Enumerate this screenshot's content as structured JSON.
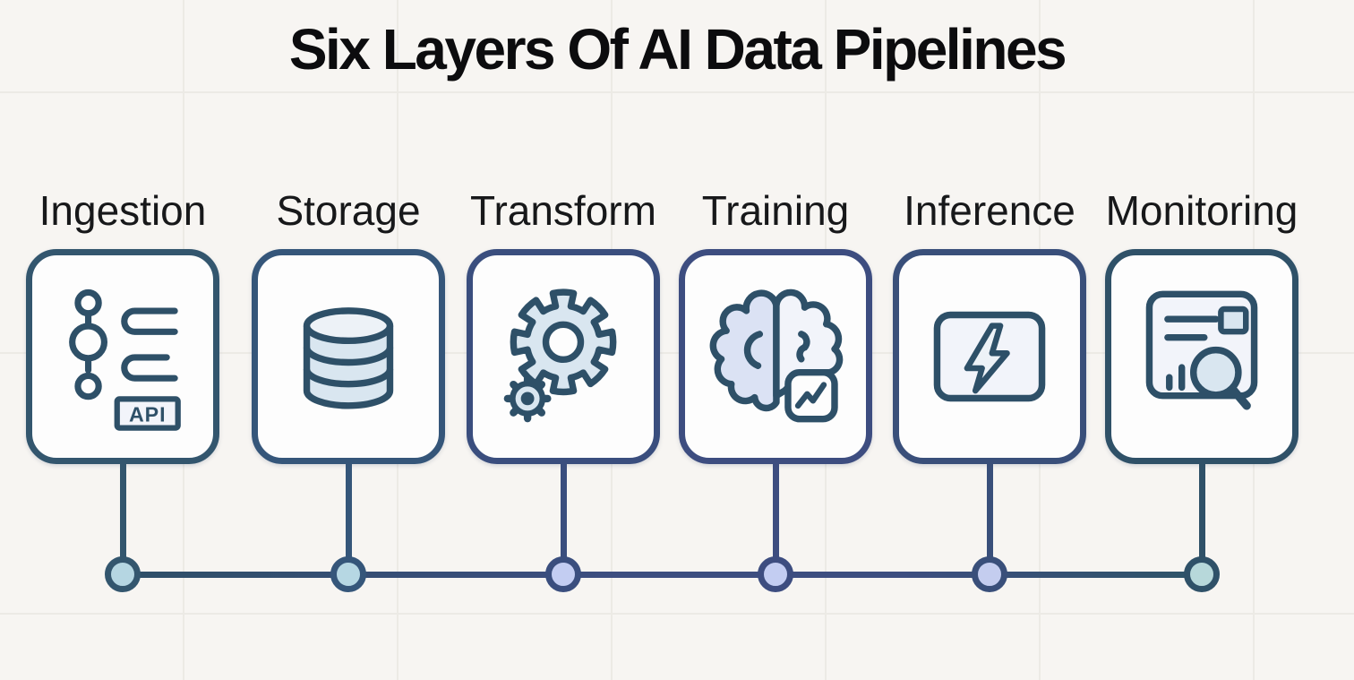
{
  "title": "Six Layers Of AI Data Pipelines",
  "layers": [
    {
      "label": "Ingestion",
      "icon": "api-flow-icon",
      "badge": "API",
      "accent": "#33566e",
      "node_fill": "#b5d6e2"
    },
    {
      "label": "Storage",
      "icon": "database-icon",
      "accent": "#35567a",
      "node_fill": "#b6d7e3"
    },
    {
      "label": "Transform",
      "icon": "gears-icon",
      "accent": "#3a4e7e",
      "node_fill": "#c3cdf2"
    },
    {
      "label": "Training",
      "icon": "brain-chart-icon",
      "accent": "#3d4d80",
      "node_fill": "#c3cdf2"
    },
    {
      "label": "Inference",
      "icon": "lightning-icon",
      "accent": "#394f7a",
      "node_fill": "#c4cdef"
    },
    {
      "label": "Monitoring",
      "icon": "dashboard-search-icon",
      "accent": "#2f5168",
      "node_fill": "#b7d8da"
    }
  ],
  "colors": {
    "background": "#f7f5f2",
    "grid_line": "#eceae5",
    "title_ink": "#0c0c0e",
    "label_ink": "#17181a",
    "icon_stroke": "#2e5068",
    "icon_fill": "#d9e6f0",
    "icon_fill_soft": "#edf2f7",
    "icon_fill_lavender": "#dbe2f4",
    "icon_fill_faint": "#f2f4fa",
    "card_bg": "#fdfdfd",
    "timeline_left": "#2e4f68",
    "timeline_mid": "#3d4e80",
    "timeline_right": "#2e5468"
  }
}
